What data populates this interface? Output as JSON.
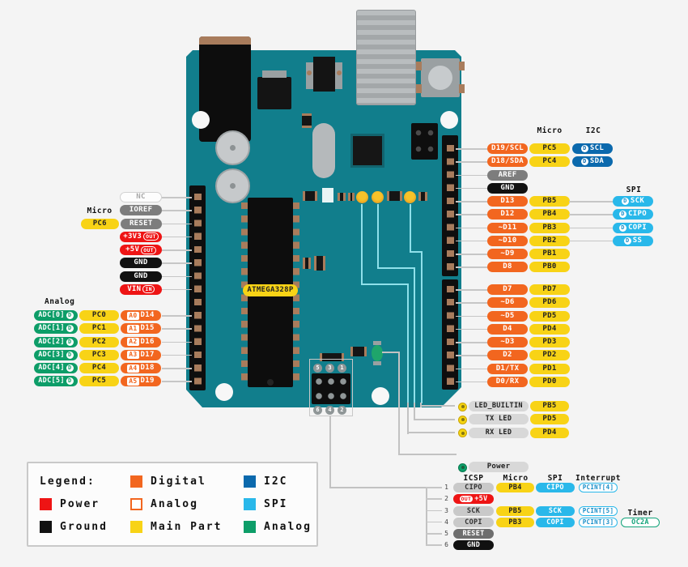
{
  "board": {
    "chip_label": "ATMEGA328P",
    "icsp_top": [
      "5",
      "3",
      "1"
    ],
    "icsp_bottom": [
      "6",
      "4",
      "2"
    ]
  },
  "left_power": {
    "header": "Micro",
    "rows": [
      {
        "label": "NC",
        "type": "nc"
      },
      {
        "label": "IOREF",
        "type": "gray"
      },
      {
        "label": "RESET",
        "type": "gray",
        "micro": "PC6"
      },
      {
        "label": "+3V3",
        "type": "power",
        "badge": "OUT"
      },
      {
        "label": "+5V",
        "type": "power",
        "badge": "OUT"
      },
      {
        "label": "GND",
        "type": "ground"
      },
      {
        "label": "GND",
        "type": "ground"
      },
      {
        "label": "VIN",
        "type": "power",
        "badge": "IN"
      }
    ]
  },
  "left_analog": {
    "header": "Analog",
    "rows": [
      {
        "adc": "ADC[0]",
        "port": "PC0",
        "a": "A0",
        "d": "D14"
      },
      {
        "adc": "ADC[1]",
        "port": "PC1",
        "a": "A1",
        "d": "D15"
      },
      {
        "adc": "ADC[2]",
        "port": "PC2",
        "a": "A2",
        "d": "D16"
      },
      {
        "adc": "ADC[3]",
        "port": "PC3",
        "a": "A3",
        "d": "D17"
      },
      {
        "adc": "ADC[4]",
        "port": "PC4",
        "a": "A4",
        "d": "D18"
      },
      {
        "adc": "ADC[5]",
        "port": "PC5",
        "a": "A5",
        "d": "D19"
      }
    ]
  },
  "right_upper": {
    "micro_header": "Micro",
    "i2c_header": "I2C",
    "spi_header": "SPI",
    "rows": [
      {
        "main": "D19/SCL",
        "type": "digital",
        "port": "PC5",
        "i2c": "SCL"
      },
      {
        "main": "D18/SDA",
        "type": "digital",
        "port": "PC4",
        "i2c": "SDA"
      },
      {
        "main": "AREF",
        "type": "gray"
      },
      {
        "main": "GND",
        "type": "ground"
      },
      {
        "main": "D13",
        "type": "digital",
        "port": "PB5",
        "spi": "SCK"
      },
      {
        "main": "D12",
        "type": "digital",
        "port": "PB4",
        "spi": "CIPO"
      },
      {
        "main": "~D11",
        "type": "digital",
        "port": "PB3",
        "spi": "COPI"
      },
      {
        "main": "~D10",
        "type": "digital",
        "port": "PB2",
        "spi": "SS"
      },
      {
        "main": "~D9",
        "type": "digital",
        "port": "PB1"
      },
      {
        "main": "D8",
        "type": "digital",
        "port": "PB0"
      }
    ]
  },
  "right_lower": {
    "rows": [
      {
        "main": "D7",
        "type": "digital",
        "port": "PD7"
      },
      {
        "main": "~D6",
        "type": "digital",
        "port": "PD6"
      },
      {
        "main": "~D5",
        "type": "digital",
        "port": "PD5"
      },
      {
        "main": "D4",
        "type": "digital",
        "port": "PD4"
      },
      {
        "main": "~D3",
        "type": "digital",
        "port": "PD3"
      },
      {
        "main": "D2",
        "type": "digital",
        "port": "PD2"
      },
      {
        "main": "D1/TX",
        "type": "digital",
        "port": "PD1"
      },
      {
        "main": "D0/RX",
        "type": "digital",
        "port": "PD0"
      }
    ]
  },
  "leds": {
    "rows": [
      {
        "label": "LED_BUILTIN",
        "port": "PB5",
        "icon": "yellow"
      },
      {
        "label": "TX LED",
        "port": "PD5",
        "icon": "yellow"
      },
      {
        "label": "RX LED",
        "port": "PD4",
        "icon": "yellow"
      }
    ],
    "power_label": "Power"
  },
  "icsp": {
    "headers": {
      "icsp": "ICSP",
      "micro": "Micro",
      "spi": "SPI",
      "interrupt": "Interrupt",
      "timer": "Timer"
    },
    "rows": [
      {
        "num": "1",
        "icsp": "CIPO",
        "port": "PB4",
        "spi": "CIPO",
        "interrupt": "PCINT[4]"
      },
      {
        "num": "2",
        "power": "+5V",
        "badge": "OUT"
      },
      {
        "num": "3",
        "icsp": "SCK",
        "port": "PB5",
        "spi": "SCK",
        "interrupt": "PCINT[5]"
      },
      {
        "num": "4",
        "icsp": "COPI",
        "port": "PB3",
        "spi": "COPI",
        "interrupt": "PCINT[3]",
        "timer": "OC2A"
      },
      {
        "num": "5",
        "reset": "RESET"
      },
      {
        "num": "6",
        "ground": "GND"
      }
    ]
  },
  "legend": {
    "items": [
      {
        "label": "Legend:"
      },
      {
        "label": "Power",
        "swatch": "power"
      },
      {
        "label": "Ground",
        "swatch": "ground"
      },
      {
        "label": "Digital",
        "swatch": "digital"
      },
      {
        "label": "Analog",
        "swatch": "analog-out"
      },
      {
        "label": "Main Part",
        "swatch": "main-part"
      },
      {
        "label": "I2C",
        "swatch": "i2c"
      },
      {
        "label": "SPI",
        "swatch": "spi"
      },
      {
        "label": "Analog",
        "swatch": "analog-in"
      }
    ]
  },
  "colors": {
    "board_teal": "#117e8c",
    "digital_orange": "#f2661f",
    "main_part_yellow": "#f8d316",
    "power_red": "#ee1414",
    "ground_black": "#111111",
    "i2c_blue": "#0b69ad",
    "spi_lightblue": "#29b8ea",
    "analog_green": "#0d9d68"
  }
}
